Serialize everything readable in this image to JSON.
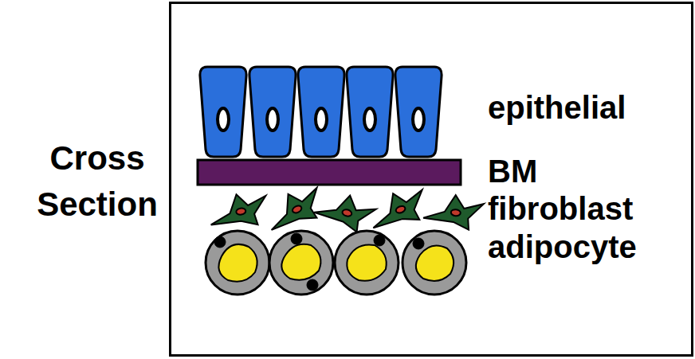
{
  "diagram": {
    "nodes": [
      {
        "text": [
          "Cross Section"
        ]
      }
    ],
    "labels": [
      "epithelial",
      "BM",
      "fibroblast",
      "adipocyte"
    ]
  }
}
